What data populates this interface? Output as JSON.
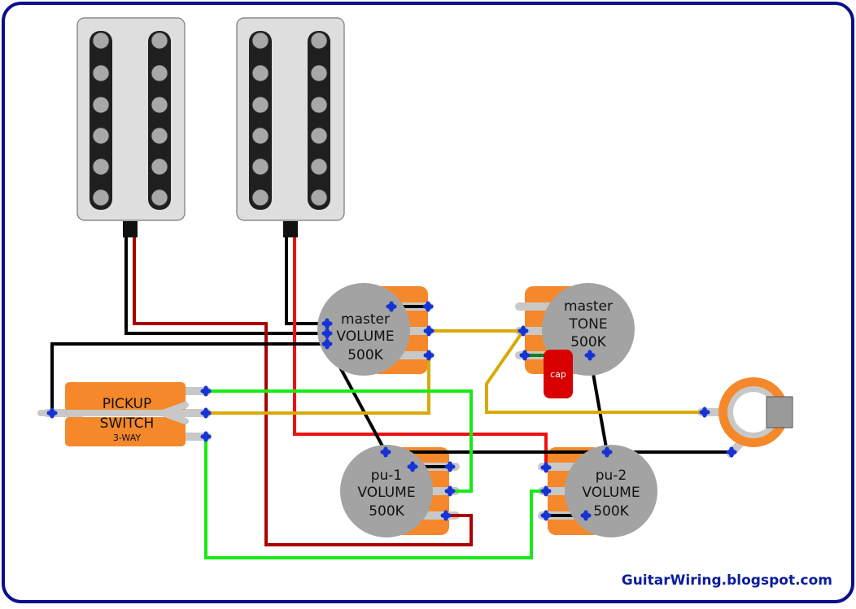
{
  "pots": {
    "master_volume": {
      "line1": "master",
      "line2": "VOLUME",
      "line3": "500K"
    },
    "master_tone": {
      "line1": "master",
      "line2": "TONE",
      "line3": "500K"
    },
    "pu1_volume": {
      "line1": "pu-1",
      "line2": "VOLUME",
      "line3": "500K"
    },
    "pu2_volume": {
      "line1": "pu-2",
      "line2": "VOLUME",
      "line3": "500K"
    }
  },
  "switch": {
    "line1": "PICKUP",
    "line2": "SWITCH",
    "line3": "3-WAY"
  },
  "capacitor": {
    "label": "cap"
  },
  "credit": "GuitarWiring.blogspot.com",
  "colors": {
    "frame": "#0a0f8c",
    "pickup_body": "#dedede",
    "bobbin": "#1f1f1f",
    "pole": "#a8a8a8",
    "pot_body": "#a3a3a3",
    "pot_lug_base": "#f5882a",
    "lug": "#c8c8c8",
    "solder": "#1533d6",
    "wire_black": "#000000",
    "wire_red": "#ee1111",
    "wire_darkred": "#aa0000",
    "wire_yellow": "#d9a90a",
    "wire_green": "#18ea18",
    "wire_dkgreen": "#158015",
    "cap": "#d80000",
    "jack_ring": "#f5882a"
  }
}
